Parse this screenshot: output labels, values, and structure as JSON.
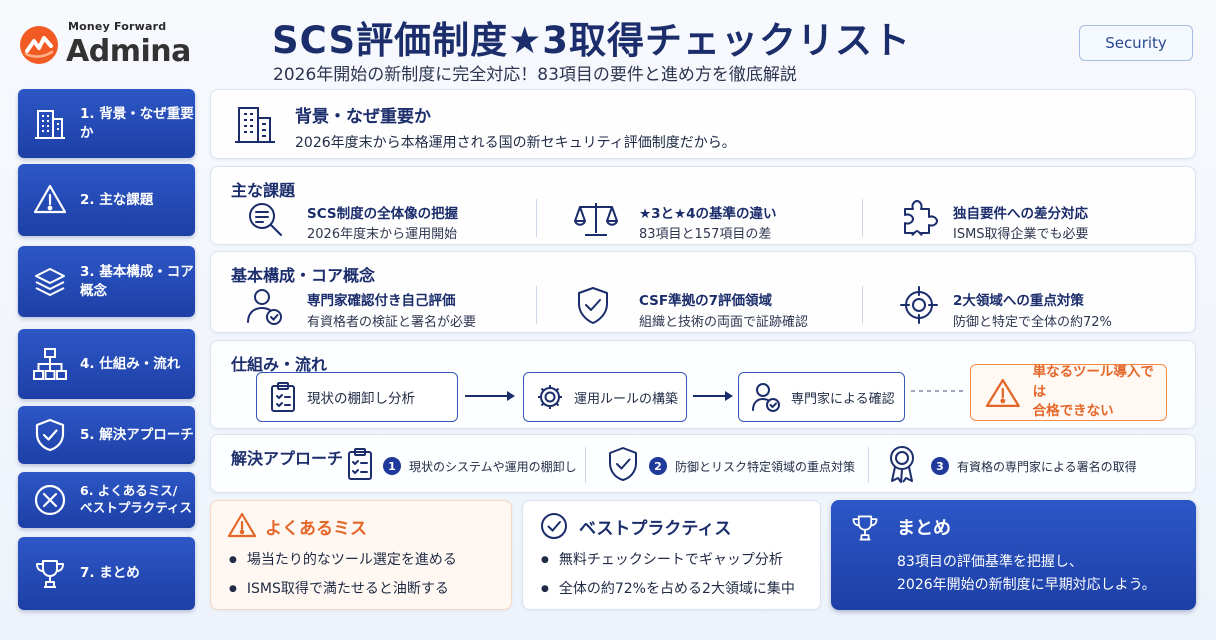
{
  "header": {
    "logo_top": "Money Forward",
    "logo_name": "Admina",
    "title": "SCS評価制度★3取得チェックリスト",
    "subtitle": "2026年開始の新制度に完全対応！83項目の要件と進め方を徹底解説",
    "badge": "Security"
  },
  "sidebar": {
    "items": [
      {
        "label": "1. 背景・なぜ重要か",
        "icon": "building-icon"
      },
      {
        "label": "2. 主な課題",
        "icon": "warning-icon"
      },
      {
        "label": "3. 基本構成・コア概念",
        "icon": "layers-icon"
      },
      {
        "label": "4. 仕組み・流れ",
        "icon": "hierarchy-icon"
      },
      {
        "label": "5. 解決アプローチ",
        "icon": "shield-check-icon"
      },
      {
        "label": "6. よくあるミス/\nベストプラクティス",
        "icon": "x-circle-icon"
      },
      {
        "label": "7. まとめ",
        "icon": "trophy-icon"
      }
    ]
  },
  "background": {
    "title": "背景・なぜ重要か",
    "text": "2026年度末から本格運用される国の新セキュリティ評価制度だから。"
  },
  "issues": {
    "title": "主な課題",
    "items": [
      {
        "title": "SCS制度の全体像の把握",
        "sub": "2026年度末から運用開始"
      },
      {
        "title": "★3と★4の基準の違い",
        "sub": "83項目と157項目の差"
      },
      {
        "title": "独自要件への差分対応",
        "sub": "ISMS取得企業でも必要"
      }
    ]
  },
  "core": {
    "title": "基本構成・コア概念",
    "items": [
      {
        "title": "専門家確認付き自己評価",
        "sub": "有資格者の検証と署名が必要"
      },
      {
        "title": "CSF準拠の7評価領域",
        "sub": "組織と技術の両面で証跡確認"
      },
      {
        "title": "2大領域への重点対策",
        "sub": "防御と特定で全体の約72%"
      }
    ]
  },
  "flow": {
    "title": "仕組み・流れ",
    "steps": [
      "現状の棚卸し分析",
      "運用ルールの構築",
      "専門家による確認"
    ],
    "warning": "単なるツール導入では\n合格できない"
  },
  "approach": {
    "title": "解決アプローチ",
    "items": [
      {
        "num": "1",
        "text": "現状のシステムや運用の棚卸し"
      },
      {
        "num": "2",
        "text": "防御とリスク特定領域の重点対策"
      },
      {
        "num": "3",
        "text": "有資格の専門家による署名の取得"
      }
    ]
  },
  "mistakes": {
    "title": "よくあるミス",
    "items": [
      "場当たり的なツール選定を進める",
      "ISMS取得で満たせると油断する"
    ]
  },
  "best": {
    "title": "ベストプラクティス",
    "items": [
      "無料チェックシートでギャップ分析",
      "全体の約72%を占める2大領域に集中"
    ]
  },
  "summary": {
    "title": "まとめ",
    "line1": "83項目の評価基準を把握し、",
    "line2": "2026年開始の新制度に早期対応しよう。"
  },
  "colors": {
    "navy": "#1b2d6b",
    "nav_blue": "#2549b8",
    "warn_orange": "#e4672a"
  }
}
